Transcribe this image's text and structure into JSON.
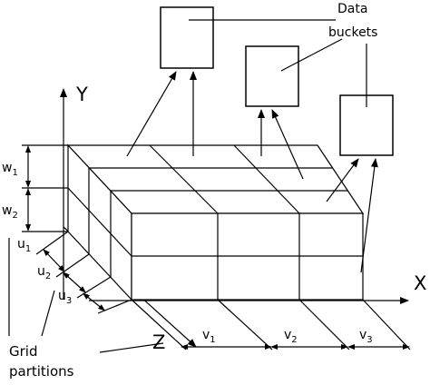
{
  "axes": {
    "x": "X",
    "y": "Y",
    "z": "Z"
  },
  "buckets_label": {
    "line1": "Data",
    "line2": "buckets"
  },
  "partitions_label": {
    "line1": "Grid",
    "line2": "partitions"
  },
  "w_labels": [
    {
      "base": "w",
      "sub": "1"
    },
    {
      "base": "w",
      "sub": "2"
    }
  ],
  "u_labels": [
    {
      "base": "u",
      "sub": "1"
    },
    {
      "base": "u",
      "sub": "2"
    },
    {
      "base": "u",
      "sub": "3"
    }
  ],
  "v_labels": [
    {
      "base": "v",
      "sub": "1"
    },
    {
      "base": "v",
      "sub": "2"
    },
    {
      "base": "v",
      "sub": "3"
    }
  ]
}
